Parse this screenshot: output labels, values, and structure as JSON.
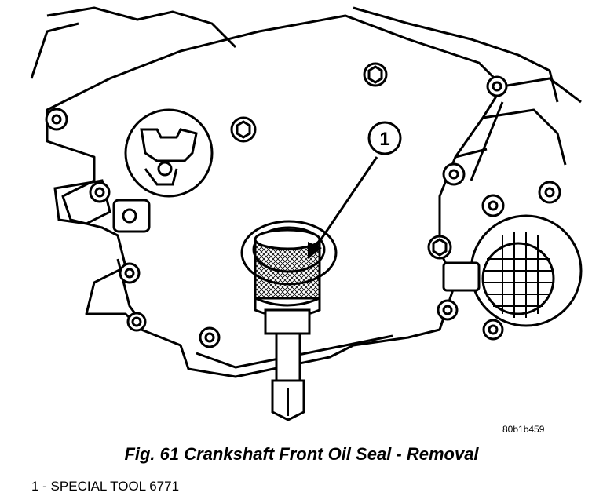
{
  "figure": {
    "callout_number": "1",
    "image_id": "80b1b459",
    "caption": "Fig. 61 Crankshaft Front Oil Seal - Removal"
  },
  "legend": {
    "items": [
      {
        "label": "1 - SPECIAL TOOL 6771"
      }
    ]
  }
}
